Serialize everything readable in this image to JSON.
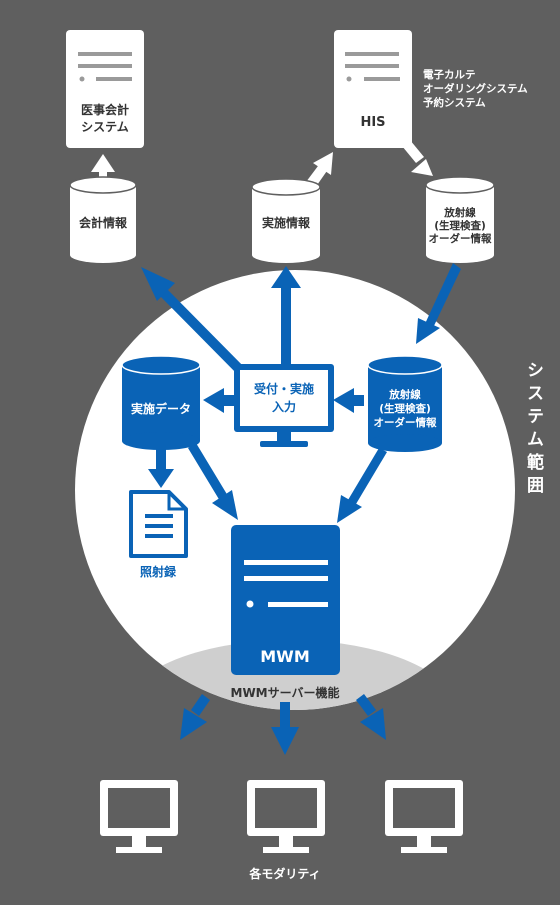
{
  "colors": {
    "background": "#5f5f5f",
    "blue": "#0a63b6",
    "white": "#ffffff",
    "lightGray": "#cfcfcf",
    "line": "#9a9a9a",
    "darkText": "#333333"
  },
  "icons": [
    "server-icon",
    "database-icon",
    "monitor-icon",
    "document-icon",
    "arrow-icon"
  ],
  "accounting_system": {
    "line1": "医事会計",
    "line2": "システム"
  },
  "his": {
    "label": "HIS",
    "desc1": "電子カルテ",
    "desc2": "オーダリングシステム",
    "desc3": "予約システム"
  },
  "db_accounting": {
    "label": "会計情報"
  },
  "db_implementation": {
    "label": "実施情報"
  },
  "db_radiology_top": {
    "line1": "放射線",
    "line2": "(生理検査)",
    "line3": "オーダー情報"
  },
  "reception": {
    "line1": "受付・実施",
    "line2": "入力"
  },
  "db_impl_data": {
    "label": "実施データ"
  },
  "db_radiology_inner": {
    "line1": "放射線",
    "line2": "(生理検査)",
    "line3": "オーダー情報"
  },
  "irradiation_record": {
    "label": "照射録"
  },
  "mwm_server": {
    "label": "MWM"
  },
  "mwm_function": {
    "label": "MWMサーバー機能"
  },
  "system_scope": {
    "label": "システム範囲"
  },
  "modalities": {
    "label": "各モダリティ"
  }
}
